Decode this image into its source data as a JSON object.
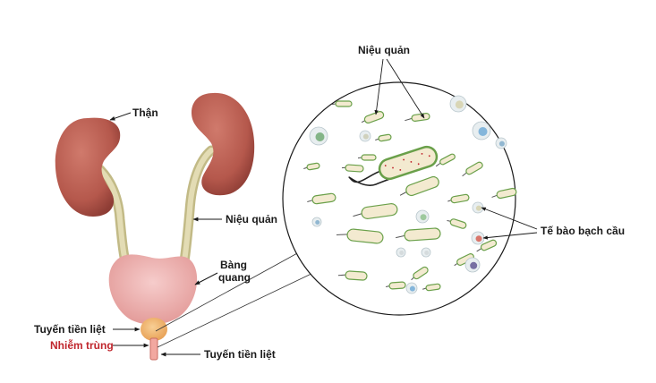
{
  "labels": {
    "kidney": "Thận",
    "ureter_left_diagram": "Niệu quản",
    "bladder_line1": "Bàng",
    "bladder_line2": "quang",
    "prostate": "Tuyến tiền liệt",
    "infection": "Nhiễm trùng",
    "urethra": "Tuyến tiền liệt",
    "zoom_ureter": "Niệu quản",
    "white_blood_cells": "Tế bào bạch cầu"
  },
  "colors": {
    "kidney": "#b5584c",
    "ureter": "#d9d2a6",
    "bladder": "#eba9a8",
    "prostate": "#f2b26a",
    "infection_text": "#c0262d",
    "bacteria_fill": "#f3ead0",
    "bacteria_outline": "#6aa04a",
    "leader_line": "#1a1a1a"
  },
  "icons": [
    "kidney-icon",
    "bladder-icon",
    "prostate-icon",
    "bacteria-icon",
    "white-blood-cell-icon",
    "magnifier-circle"
  ]
}
